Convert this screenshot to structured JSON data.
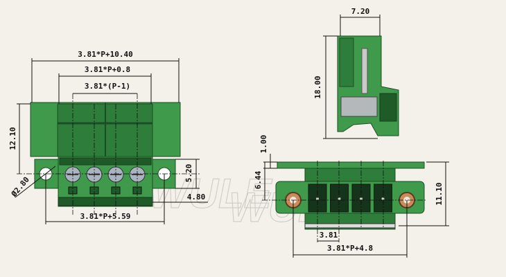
{
  "drawing": {
    "watermark": "WULE",
    "front_view": {
      "overall_width": "3.81*P+10.40",
      "body_width": "3.81*P+0.8",
      "pitch_span": "3.81*(P-1)",
      "height": "12.10",
      "flange_height": "5.20",
      "hole_offset": "4.80",
      "hole_diameter": "Ø2.80",
      "bottom_width": "3.81*P+5.59"
    },
    "side_view": {
      "depth": "7.20",
      "height": "18.00"
    },
    "header_view": {
      "flange_thickness": "1.00",
      "flange_to_center": "6.44",
      "total_height": "11.10",
      "pitch": "3.81",
      "hole_spacing": "3.81*P+4.8"
    },
    "pole_count": 4,
    "colors": {
      "housing": "#3f9a4c",
      "dark": "#1f5a29",
      "background": "#f4f1ea"
    }
  }
}
